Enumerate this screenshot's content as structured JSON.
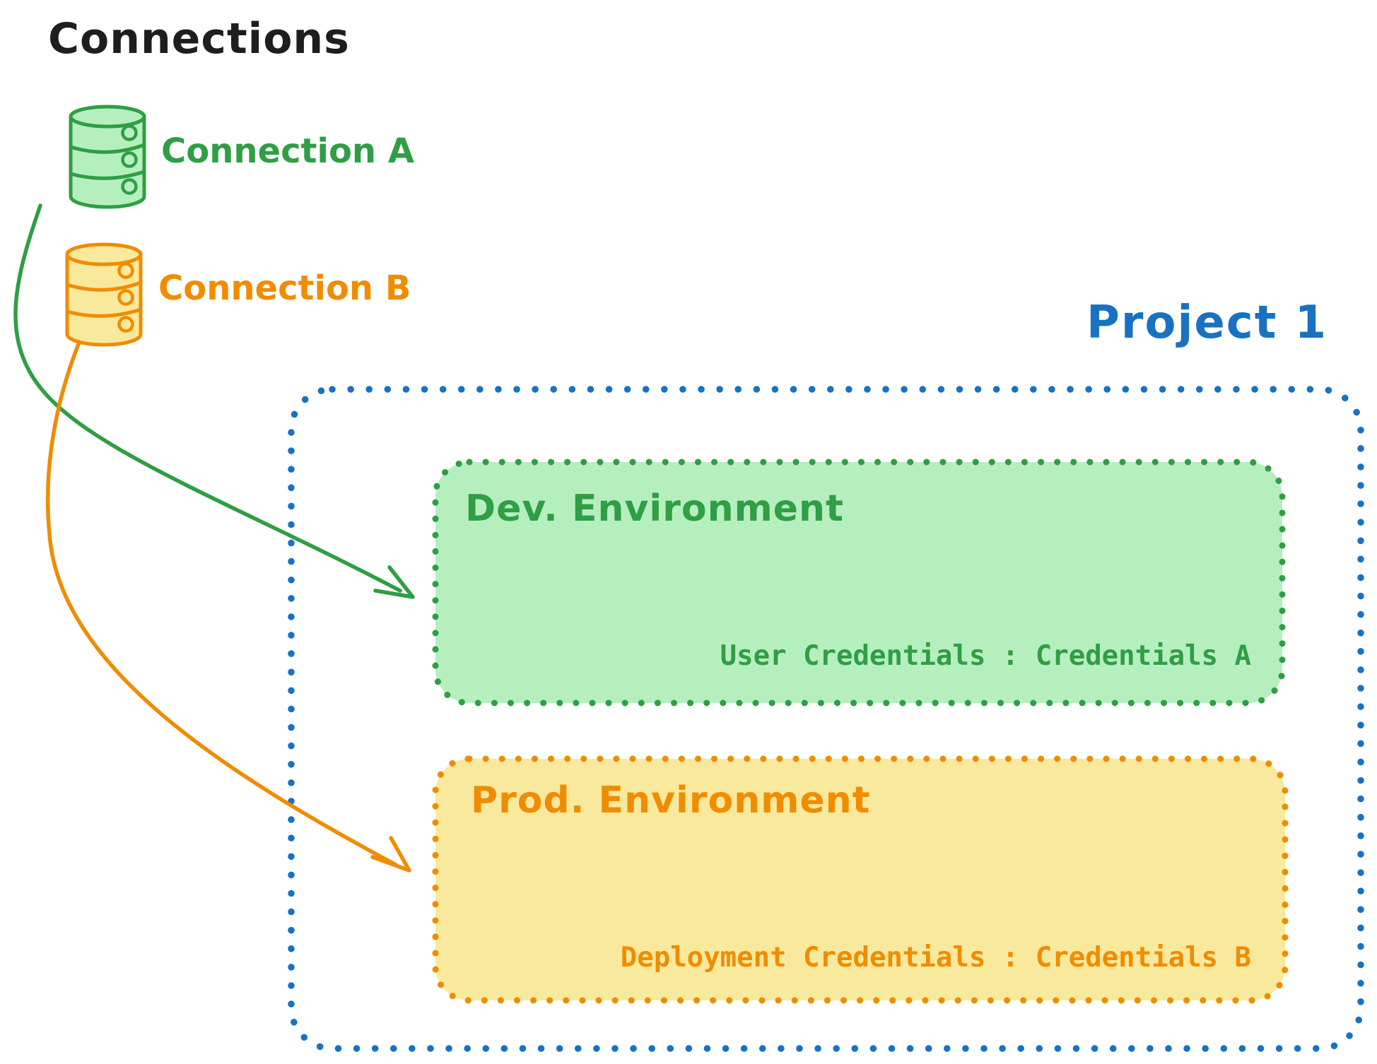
{
  "title": "Connections",
  "colors": {
    "ink": "#1e1e1e",
    "blue": "#1971c2",
    "green": "#2f9e44",
    "green_fill": "#b6efbe",
    "orange": "#f08c00",
    "orange_fill": "#f9e99c"
  },
  "connections": [
    {
      "id": "a",
      "label": "Connection A",
      "icon": "database-icon",
      "color": "#2f9e44"
    },
    {
      "id": "b",
      "label": "Connection B",
      "icon": "database-icon",
      "color": "#f08c00"
    }
  ],
  "project": {
    "label": "Project 1",
    "environments": [
      {
        "name": "Dev. Environment",
        "credentials": "User Credentials : Credentials A",
        "source_connection": "Connection A"
      },
      {
        "name": "Prod. Environment",
        "credentials": "Deployment Credentials : Credentials B",
        "source_connection": "Connection B"
      }
    ]
  }
}
